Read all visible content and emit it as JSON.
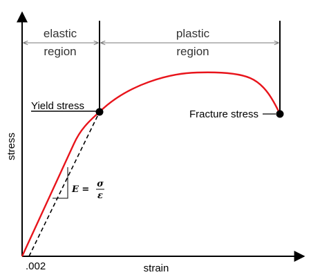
{
  "regions": {
    "elastic": {
      "line1": "elastic",
      "line2": "region"
    },
    "plastic": {
      "line1": "plastic",
      "line2": "region"
    }
  },
  "points": {
    "yield": {
      "label": "Yield stress"
    },
    "fracture": {
      "label": "Fracture stress"
    }
  },
  "axes": {
    "x_label": "strain",
    "y_label": "stress",
    "offset_label": ".002"
  },
  "modulus": {
    "lhs": "E =",
    "numerator": "σ",
    "denominator": "ε"
  },
  "colors": {
    "curve": "#e8141b",
    "ink": "#000000",
    "dimension": "#777777"
  }
}
